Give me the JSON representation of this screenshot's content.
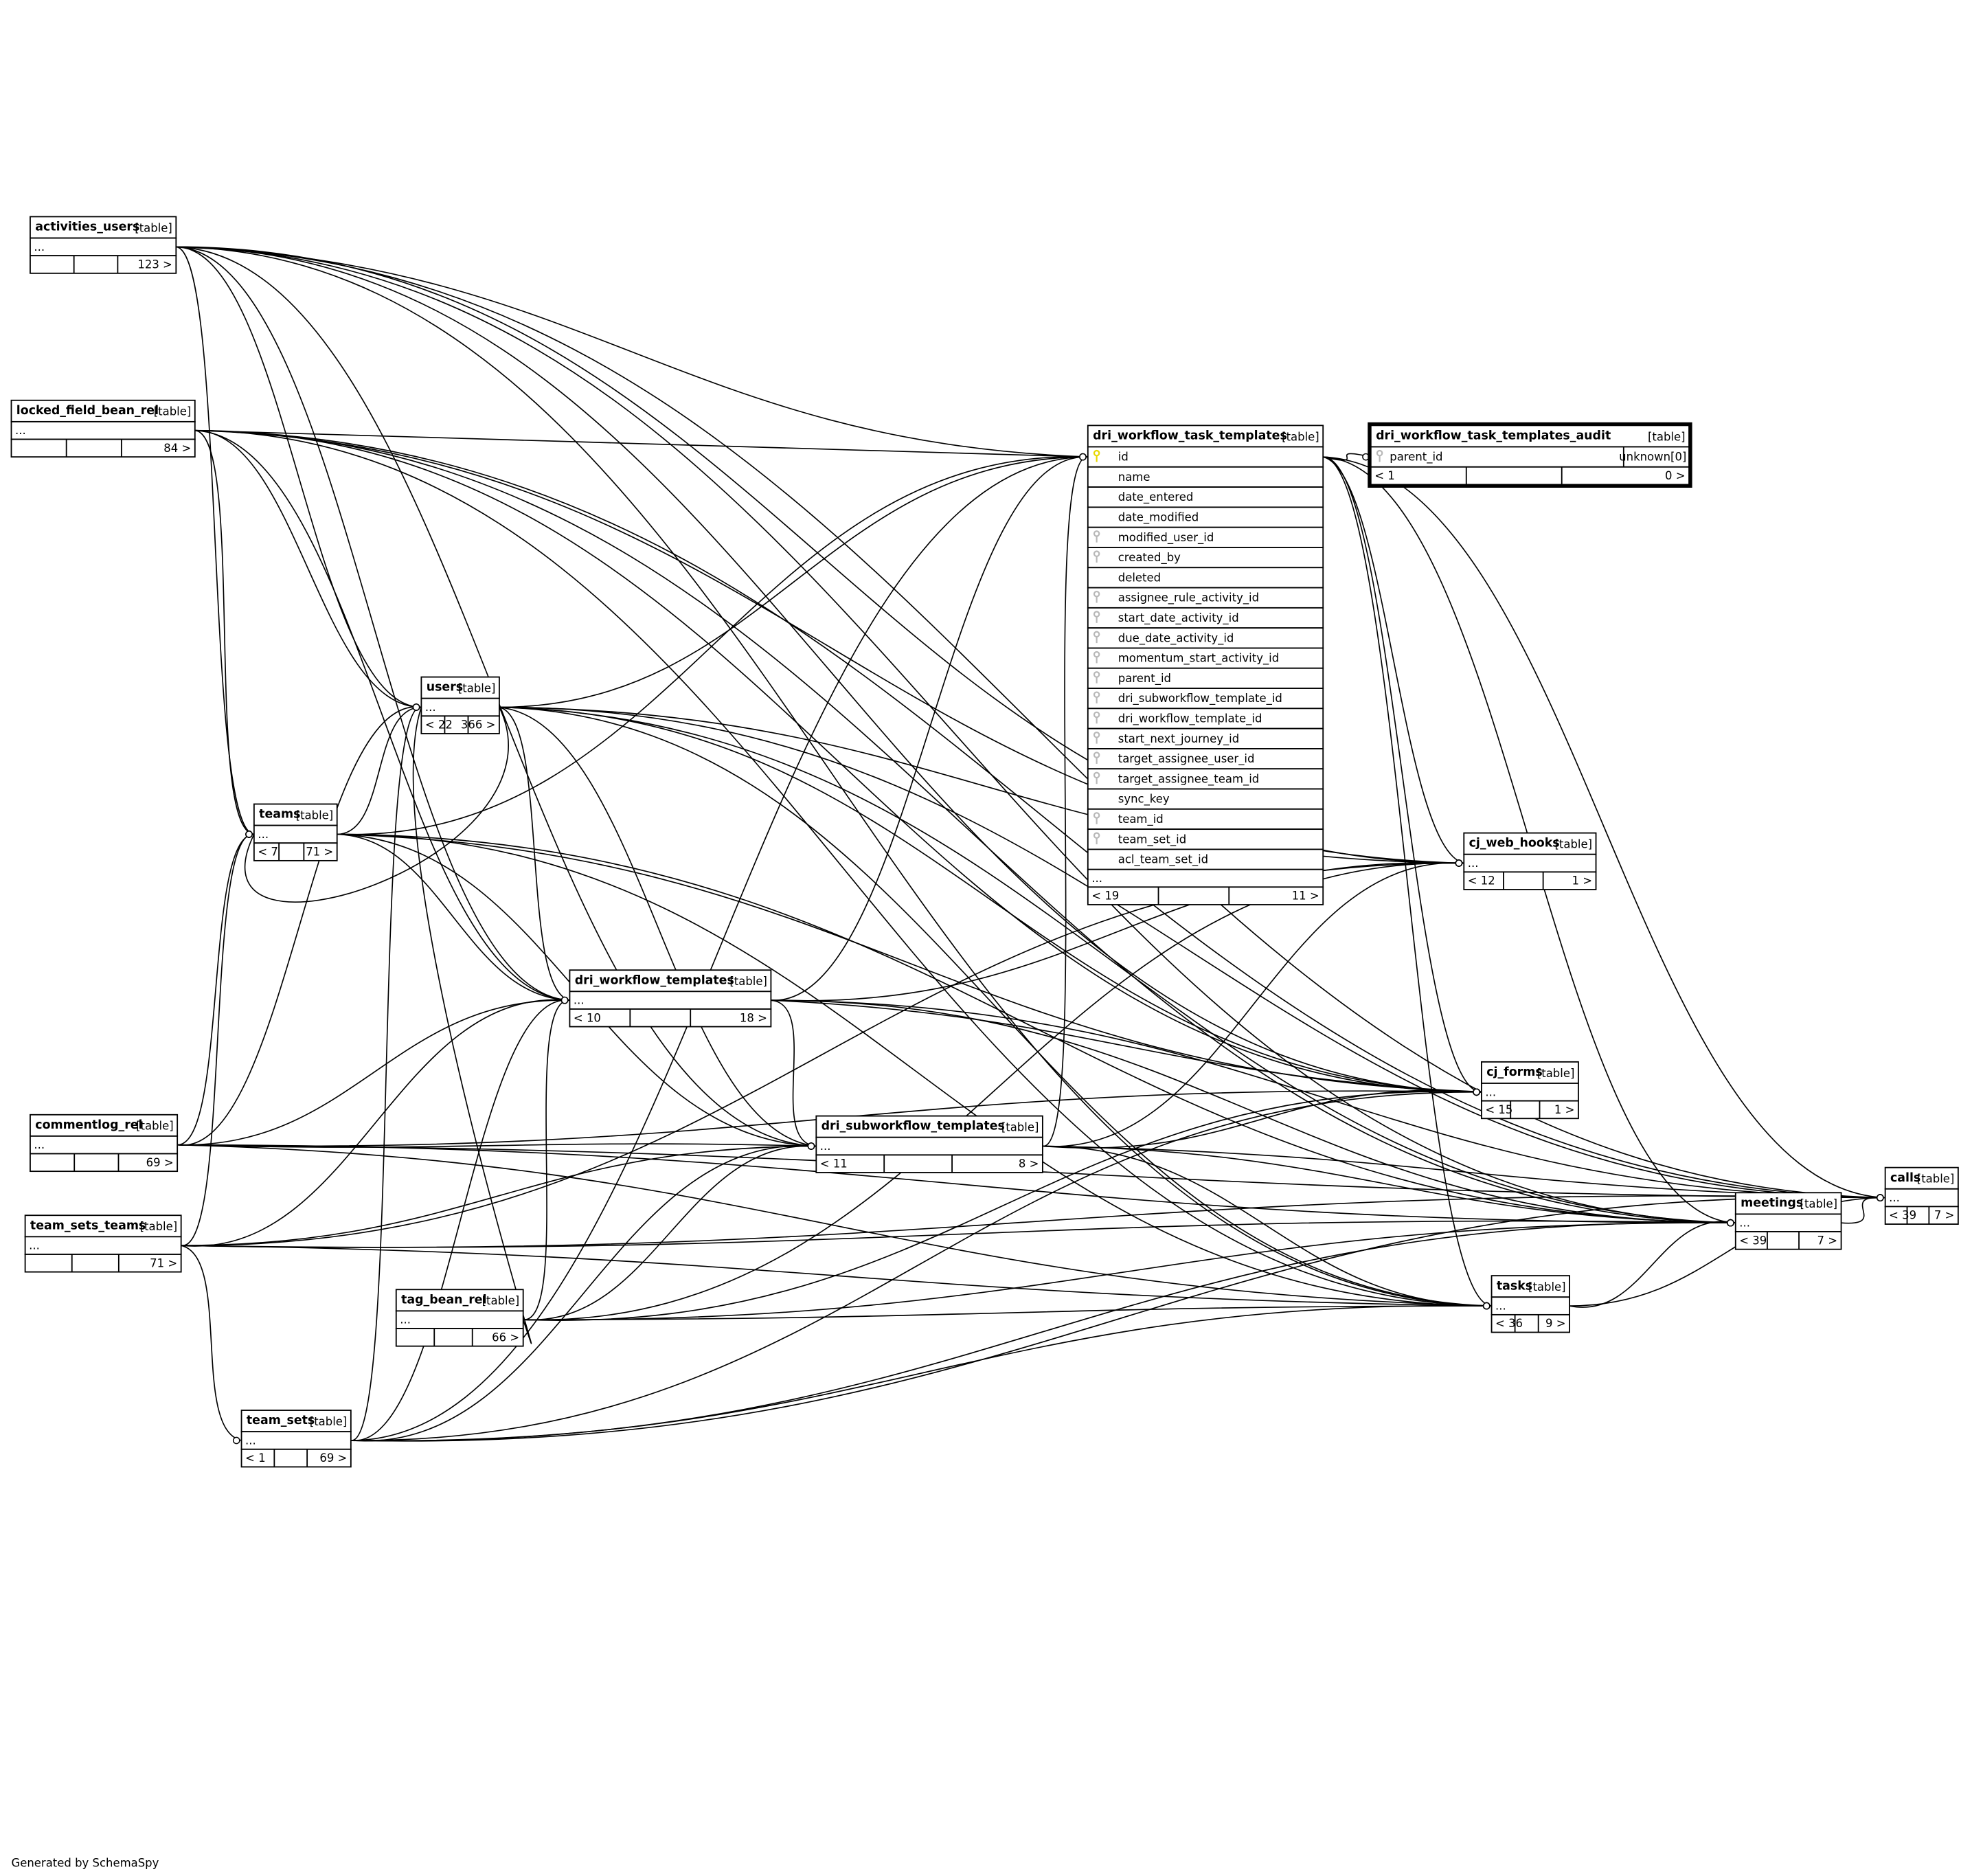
{
  "diagram": {
    "footer": "Generated by SchemaSpy",
    "type_label": "[table]",
    "ellipsis": "...",
    "colors": {
      "primary_key": "#e8d800",
      "foreign_key": "#b8b8b8",
      "header_bg": "#f4f4f4"
    }
  },
  "tables": {
    "activities_users": {
      "name": "activities_users",
      "parents": "",
      "children": "123 >"
    },
    "locked_field_bean_rel": {
      "name": "locked_field_bean_rel",
      "parents": "",
      "children": "84 >"
    },
    "teams": {
      "name": "teams",
      "parents": "< 7",
      "children": "71 >"
    },
    "users": {
      "name": "users",
      "parents": "< 22",
      "children": "366 >"
    },
    "dri_workflow_templates": {
      "name": "dri_workflow_templates",
      "parents": "< 10",
      "children": "18 >"
    },
    "dri_subworkflow_templates": {
      "name": "dri_subworkflow_templates",
      "parents": "< 11",
      "children": "8 >"
    },
    "commentlog_rel": {
      "name": "commentlog_rel",
      "parents": "",
      "children": "69 >"
    },
    "team_sets_teams": {
      "name": "team_sets_teams",
      "parents": "",
      "children": "71 >"
    },
    "tag_bean_rel": {
      "name": "tag_bean_rel",
      "parents": "",
      "children": "66 >"
    },
    "team_sets": {
      "name": "team_sets",
      "parents": "< 1",
      "children": "69 >"
    },
    "cj_web_hooks": {
      "name": "cj_web_hooks",
      "parents": "< 12",
      "children": "1 >"
    },
    "cj_forms": {
      "name": "cj_forms",
      "parents": "< 15",
      "children": "1 >"
    },
    "tasks": {
      "name": "tasks",
      "parents": "< 36",
      "children": "9 >"
    },
    "meetings": {
      "name": "meetings",
      "parents": "< 39",
      "children": "7 >"
    },
    "calls": {
      "name": "calls",
      "parents": "< 39",
      "children": "7 >"
    }
  },
  "main_table": {
    "name": "dri_workflow_task_templates",
    "parents": "< 19",
    "children": "11 >",
    "columns": [
      {
        "name": "id",
        "key": "primary"
      },
      {
        "name": "name",
        "key": ""
      },
      {
        "name": "date_entered",
        "key": ""
      },
      {
        "name": "date_modified",
        "key": ""
      },
      {
        "name": "modified_user_id",
        "key": "foreign"
      },
      {
        "name": "created_by",
        "key": "foreign"
      },
      {
        "name": "deleted",
        "key": ""
      },
      {
        "name": "assignee_rule_activity_id",
        "key": "foreign"
      },
      {
        "name": "start_date_activity_id",
        "key": "foreign"
      },
      {
        "name": "due_date_activity_id",
        "key": "foreign"
      },
      {
        "name": "momentum_start_activity_id",
        "key": "foreign"
      },
      {
        "name": "parent_id",
        "key": "foreign"
      },
      {
        "name": "dri_subworkflow_template_id",
        "key": "foreign"
      },
      {
        "name": "dri_workflow_template_id",
        "key": "foreign"
      },
      {
        "name": "start_next_journey_id",
        "key": "foreign"
      },
      {
        "name": "target_assignee_user_id",
        "key": "foreign"
      },
      {
        "name": "target_assignee_team_id",
        "key": "foreign"
      },
      {
        "name": "sync_key",
        "key": ""
      },
      {
        "name": "team_id",
        "key": "foreign"
      },
      {
        "name": "team_set_id",
        "key": "foreign"
      },
      {
        "name": "acl_team_set_id",
        "key": ""
      }
    ]
  },
  "audit_table": {
    "name": "dri_workflow_task_templates_audit",
    "column": "parent_id",
    "column_type": "unknown[0]",
    "parents": "< 1",
    "children": "0 >"
  },
  "relationships": [
    [
      "activities_users",
      "users"
    ],
    [
      "activities_users",
      "teams"
    ],
    [
      "activities_users",
      "dri_workflow_templates"
    ],
    [
      "activities_users",
      "dri_subworkflow_templates"
    ],
    [
      "activities_users",
      "dri_workflow_task_templates"
    ],
    [
      "activities_users",
      "cj_web_hooks"
    ],
    [
      "activities_users",
      "cj_forms"
    ],
    [
      "activities_users",
      "tasks"
    ],
    [
      "activities_users",
      "meetings"
    ],
    [
      "activities_users",
      "calls"
    ],
    [
      "locked_field_bean_rel",
      "users"
    ],
    [
      "locked_field_bean_rel",
      "teams"
    ],
    [
      "locked_field_bean_rel",
      "dri_workflow_templates"
    ],
    [
      "locked_field_bean_rel",
      "dri_workflow_task_templates"
    ],
    [
      "locked_field_bean_rel",
      "cj_web_hooks"
    ],
    [
      "locked_field_bean_rel",
      "cj_forms"
    ],
    [
      "locked_field_bean_rel",
      "tasks"
    ],
    [
      "locked_field_bean_rel",
      "meetings"
    ],
    [
      "locked_field_bean_rel",
      "calls"
    ],
    [
      "commentlog_rel",
      "users"
    ],
    [
      "commentlog_rel",
      "teams"
    ],
    [
      "commentlog_rel",
      "dri_workflow_templates"
    ],
    [
      "commentlog_rel",
      "dri_subworkflow_templates"
    ],
    [
      "commentlog_rel",
      "cj_forms"
    ],
    [
      "commentlog_rel",
      "tasks"
    ],
    [
      "commentlog_rel",
      "meetings"
    ],
    [
      "commentlog_rel",
      "calls"
    ],
    [
      "team_sets_teams",
      "teams"
    ],
    [
      "team_sets_teams",
      "team_sets"
    ],
    [
      "team_sets_teams",
      "dri_workflow_templates"
    ],
    [
      "team_sets_teams",
      "dri_subworkflow_templates"
    ],
    [
      "team_sets_teams",
      "cj_web_hooks"
    ],
    [
      "team_sets_teams",
      "tasks"
    ],
    [
      "team_sets_teams",
      "meetings"
    ],
    [
      "team_sets_teams",
      "calls"
    ],
    [
      "tag_bean_rel",
      "users"
    ],
    [
      "tag_bean_rel",
      "dri_workflow_templates"
    ],
    [
      "tag_bean_rel",
      "dri_subworkflow_templates"
    ],
    [
      "tag_bean_rel",
      "cj_web_hooks"
    ],
    [
      "tag_bean_rel",
      "cj_forms"
    ],
    [
      "tag_bean_rel",
      "tasks"
    ],
    [
      "tag_bean_rel",
      "meetings"
    ],
    [
      "team_sets",
      "users"
    ],
    [
      "team_sets",
      "dri_workflow_templates"
    ],
    [
      "team_sets",
      "dri_subworkflow_templates"
    ],
    [
      "team_sets",
      "dri_workflow_task_templates"
    ],
    [
      "team_sets",
      "cj_forms"
    ],
    [
      "team_sets",
      "tasks"
    ],
    [
      "team_sets",
      "meetings"
    ],
    [
      "team_sets",
      "calls"
    ],
    [
      "teams",
      "users"
    ],
    [
      "teams",
      "dri_workflow_templates"
    ],
    [
      "teams",
      "dri_subworkflow_templates"
    ],
    [
      "teams",
      "dri_workflow_task_templates"
    ],
    [
      "teams",
      "cj_forms"
    ],
    [
      "teams",
      "tasks"
    ],
    [
      "teams",
      "meetings"
    ],
    [
      "users",
      "teams"
    ],
    [
      "users",
      "dri_workflow_templates"
    ],
    [
      "users",
      "dri_subworkflow_templates"
    ],
    [
      "users",
      "dri_workflow_task_templates"
    ],
    [
      "users",
      "cj_web_hooks"
    ],
    [
      "users",
      "cj_forms"
    ],
    [
      "users",
      "tasks"
    ],
    [
      "users",
      "meetings"
    ],
    [
      "users",
      "calls"
    ],
    [
      "dri_workflow_templates",
      "dri_subworkflow_templates"
    ],
    [
      "dri_workflow_templates",
      "dri_workflow_task_templates"
    ],
    [
      "dri_workflow_templates",
      "cj_web_hooks"
    ],
    [
      "dri_workflow_templates",
      "cj_forms"
    ],
    [
      "dri_workflow_templates",
      "meetings"
    ],
    [
      "dri_workflow_templates",
      "calls"
    ],
    [
      "dri_subworkflow_templates",
      "dri_workflow_task_templates"
    ],
    [
      "dri_subworkflow_templates",
      "cj_web_hooks"
    ],
    [
      "dri_subworkflow_templates",
      "cj_forms"
    ],
    [
      "dri_subworkflow_templates",
      "tasks"
    ],
    [
      "dri_subworkflow_templates",
      "meetings"
    ],
    [
      "dri_subworkflow_templates",
      "calls"
    ],
    [
      "dri_workflow_task_templates",
      "dri_workflow_task_templates_audit"
    ],
    [
      "dri_workflow_task_templates",
      "cj_web_hooks"
    ],
    [
      "dri_workflow_task_templates",
      "cj_forms"
    ],
    [
      "dri_workflow_task_templates",
      "tasks"
    ],
    [
      "dri_workflow_task_templates",
      "meetings"
    ],
    [
      "dri_workflow_task_templates",
      "calls"
    ],
    [
      "tasks",
      "meetings"
    ],
    [
      "tasks",
      "calls"
    ],
    [
      "meetings",
      "calls"
    ]
  ]
}
